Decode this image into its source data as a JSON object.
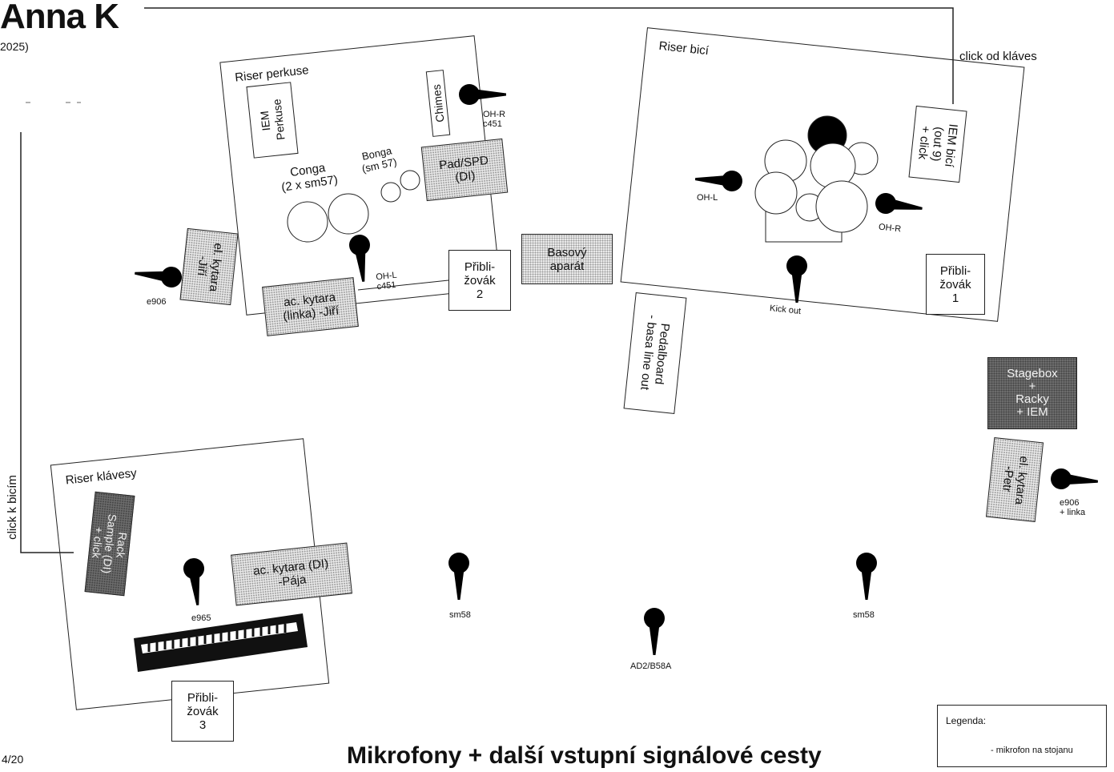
{
  "header": {
    "title": "Anna K",
    "year": "2025)"
  },
  "page_number": "4/20",
  "bottom_title": "Mikrofony + další vstupní signálové cesty",
  "wires": {
    "click_keys": "click od kláves",
    "click_drums": "click k bicím"
  },
  "risers": {
    "percussion": {
      "label": "Riser perkuse"
    },
    "drums": {
      "label": "Riser bicí"
    },
    "keys": {
      "label": "Riser klávesy"
    }
  },
  "labels": {
    "conga": "Conga\n(2 x sm57)",
    "bonga": "Bonga\n(sm 57)"
  },
  "boxes": {
    "iem_perc": "IEM\nPerkuse",
    "chimes": "Chimes",
    "pad": "Pad/SPD\n(DI)",
    "el_guitar_jiri": "el. kytara\n-Jiří",
    "ac_guitar_jiri": "ac. kytara\n(linka) -Jiří",
    "monitor_2": "Přibli-\nžovák\n2",
    "bass_amp": "Basový\naparát",
    "iem_drums": "IEM bicí\n(out 9)\n+ click",
    "monitor_1": "Přibli-\nžovák\n1",
    "pedalboard": "Pedalboard\n- basa line out",
    "stagebox": "Stagebox\n+\nRacky\n+ IEM",
    "el_guitar_petr": "el. kytara\n-Petr",
    "rack_keys": "Rack\nSample (DI)\n+ click",
    "ac_guitar_paja": "ac. kytara (DI)\n-Pája",
    "monitor_3": "Přibli-\nžovák\n3"
  },
  "mics": {
    "oh_r_perc": "OH-R\nc451",
    "oh_l_perc": "OH-L\nc451",
    "e906_left": "e906",
    "oh_l_drums": "OH-L",
    "oh_r_drums": "OH-R",
    "kick_out": "Kick out",
    "e906_right": "e906\n+ linka",
    "e965": "e965",
    "sm58_left": "sm58",
    "ad2": "AD2/B58A",
    "sm58_right": "sm58"
  },
  "legend": {
    "title": "Legenda:",
    "item": "- mikrofon na stojanu"
  },
  "colors": {
    "ink": "#111111",
    "dotted_fill": "#e9e9e9",
    "dark_fill": "#6c6c6c"
  },
  "icons": {
    "mic": "mic-on-stand-icon"
  }
}
